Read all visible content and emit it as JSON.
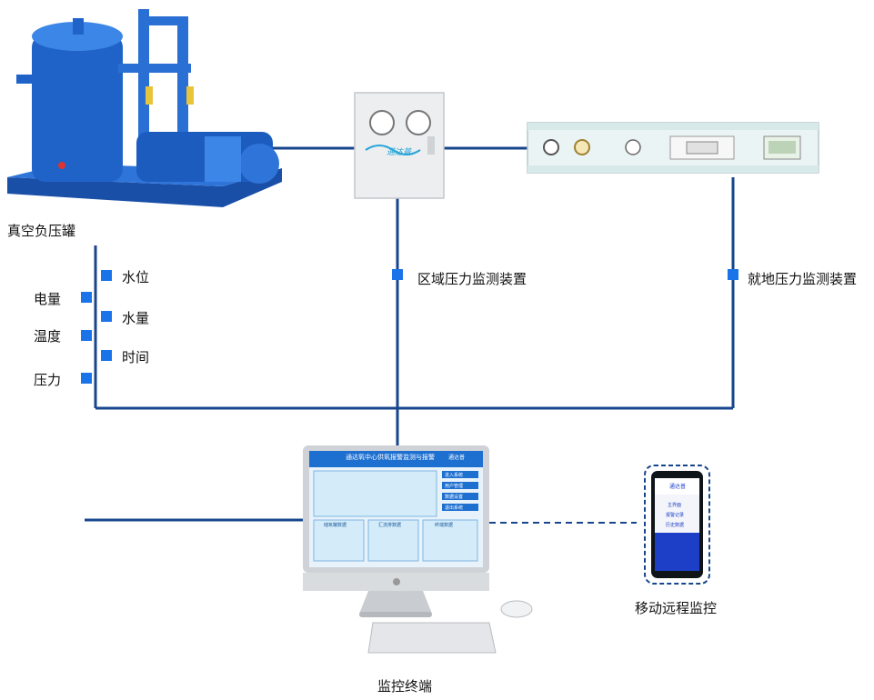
{
  "colors": {
    "line": "#17468c",
    "accent": "#1a73e8",
    "tank": "#1f63c8"
  },
  "devices": {
    "vacuum_tank": "真空负压罐",
    "area_monitor": "区域压力监测装置",
    "local_monitor": "就地压力监测装置",
    "terminal": "监控终端",
    "mobile": "移动远程监控"
  },
  "tank_params_right": [
    "水位",
    "水量",
    "时间"
  ],
  "tank_params_left": [
    "电量",
    "温度",
    "压力"
  ],
  "screen": {
    "title": "通达氧中心供氧报警监测与报警",
    "logo": "通达普",
    "menu": [
      "进入系统",
      "用户管理",
      "数据设置",
      "退出系统"
    ],
    "panel_titles": [
      "储氧罐数据",
      "汇流排数据",
      "终端数据"
    ]
  },
  "phone": {
    "logo": "通达普",
    "menu": [
      "主界面",
      "报警记录",
      "历史数据"
    ]
  },
  "monitor_box_logo": "通达普"
}
